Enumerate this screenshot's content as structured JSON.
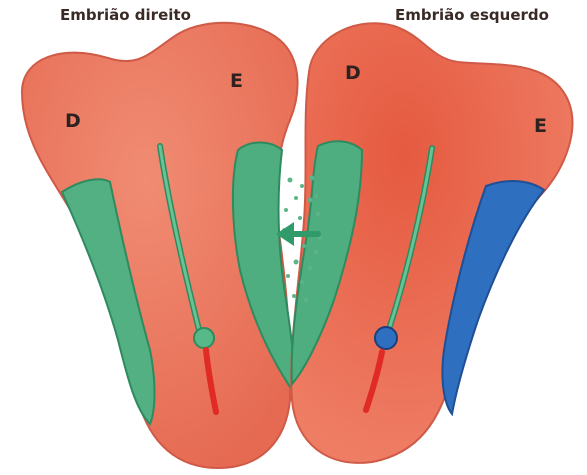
{
  "titles": {
    "right_embryo": "Embrião direito",
    "left_embryo": "Embrião esquerdo"
  },
  "labels": {
    "right_embryo_left_side": "D",
    "right_embryo_right_side": "E",
    "left_embryo_left_side": "D",
    "left_embryo_right_side": "E"
  },
  "colors": {
    "tissue": "#e8705a",
    "tissue_dark": "#d9533f",
    "green_region": "#4fae7f",
    "green_outline": "#2f8a5f",
    "blue_region": "#2f6fc0",
    "streak_red": "#e02a24",
    "outline": "#c9574a"
  },
  "icons": {
    "flow_arrow": "arrow-left-icon"
  }
}
